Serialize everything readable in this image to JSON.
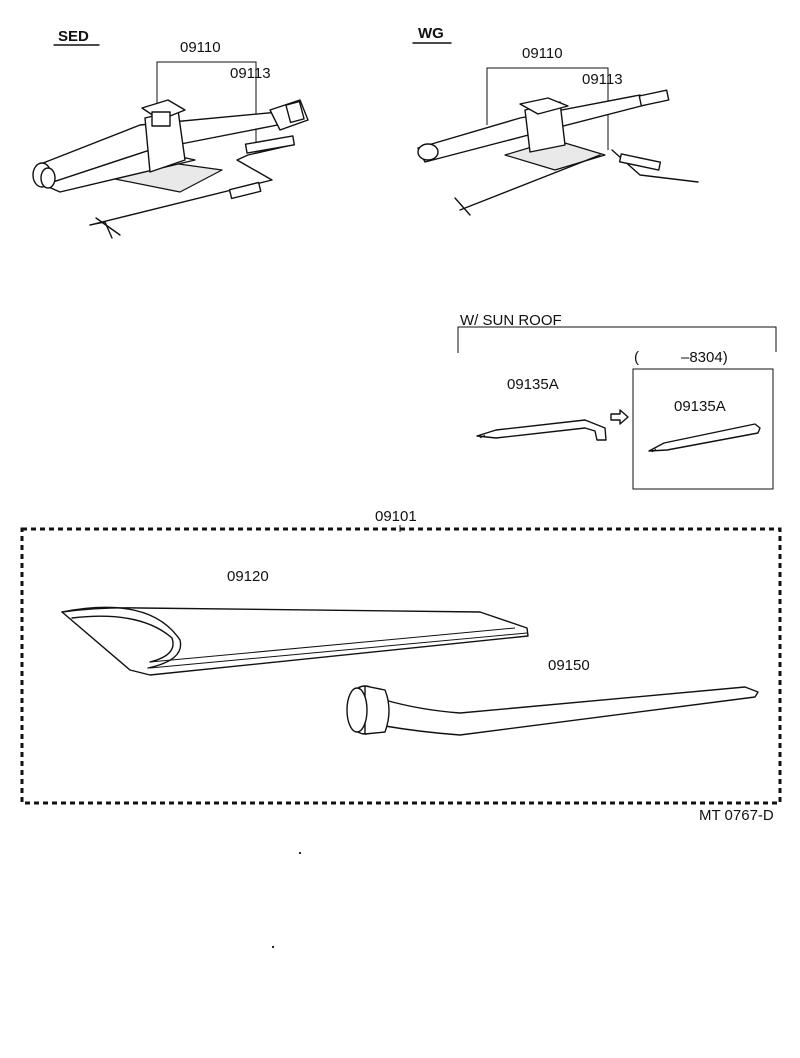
{
  "sections": {
    "sedan": {
      "label": "SED",
      "part_assembly": "09110",
      "part_handle": "09113"
    },
    "wagon": {
      "label": "WG",
      "part_assembly": "09110",
      "part_handle": "09113"
    },
    "sunroof": {
      "label": "W/ SUN ROOF",
      "part_crank": "09135A",
      "date_range_open": "(",
      "date_range_close": "–8304)",
      "part_crank_new": "09135A"
    },
    "tool_kit": {
      "part_kit": "09101",
      "part_bag": "09120",
      "part_wrench": "09150"
    }
  },
  "figure_code": "MT  0767-D"
}
